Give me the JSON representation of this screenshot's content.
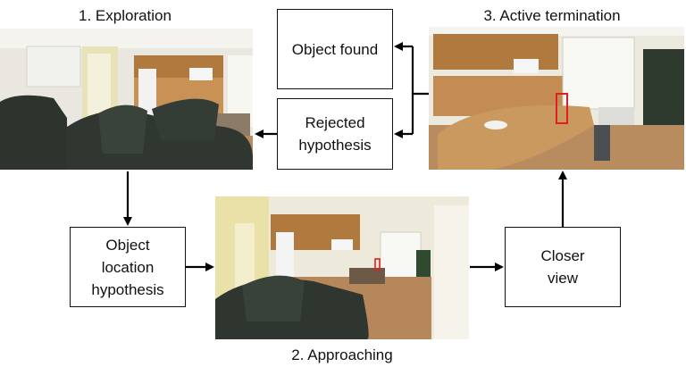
{
  "steps": {
    "exploration": "1. Exploration",
    "approaching": "2. Approaching",
    "active_termination": "3. Active termination"
  },
  "boxes": {
    "object_found": "Object found",
    "rejected_hypothesis": "Rejected\nhypothesis",
    "object_location_hypothesis": "Object\nlocation\nhypothesis",
    "closer_view": "Closer\nview"
  },
  "colors": {
    "detection_box": "#e02020",
    "arrow": "#000000"
  }
}
